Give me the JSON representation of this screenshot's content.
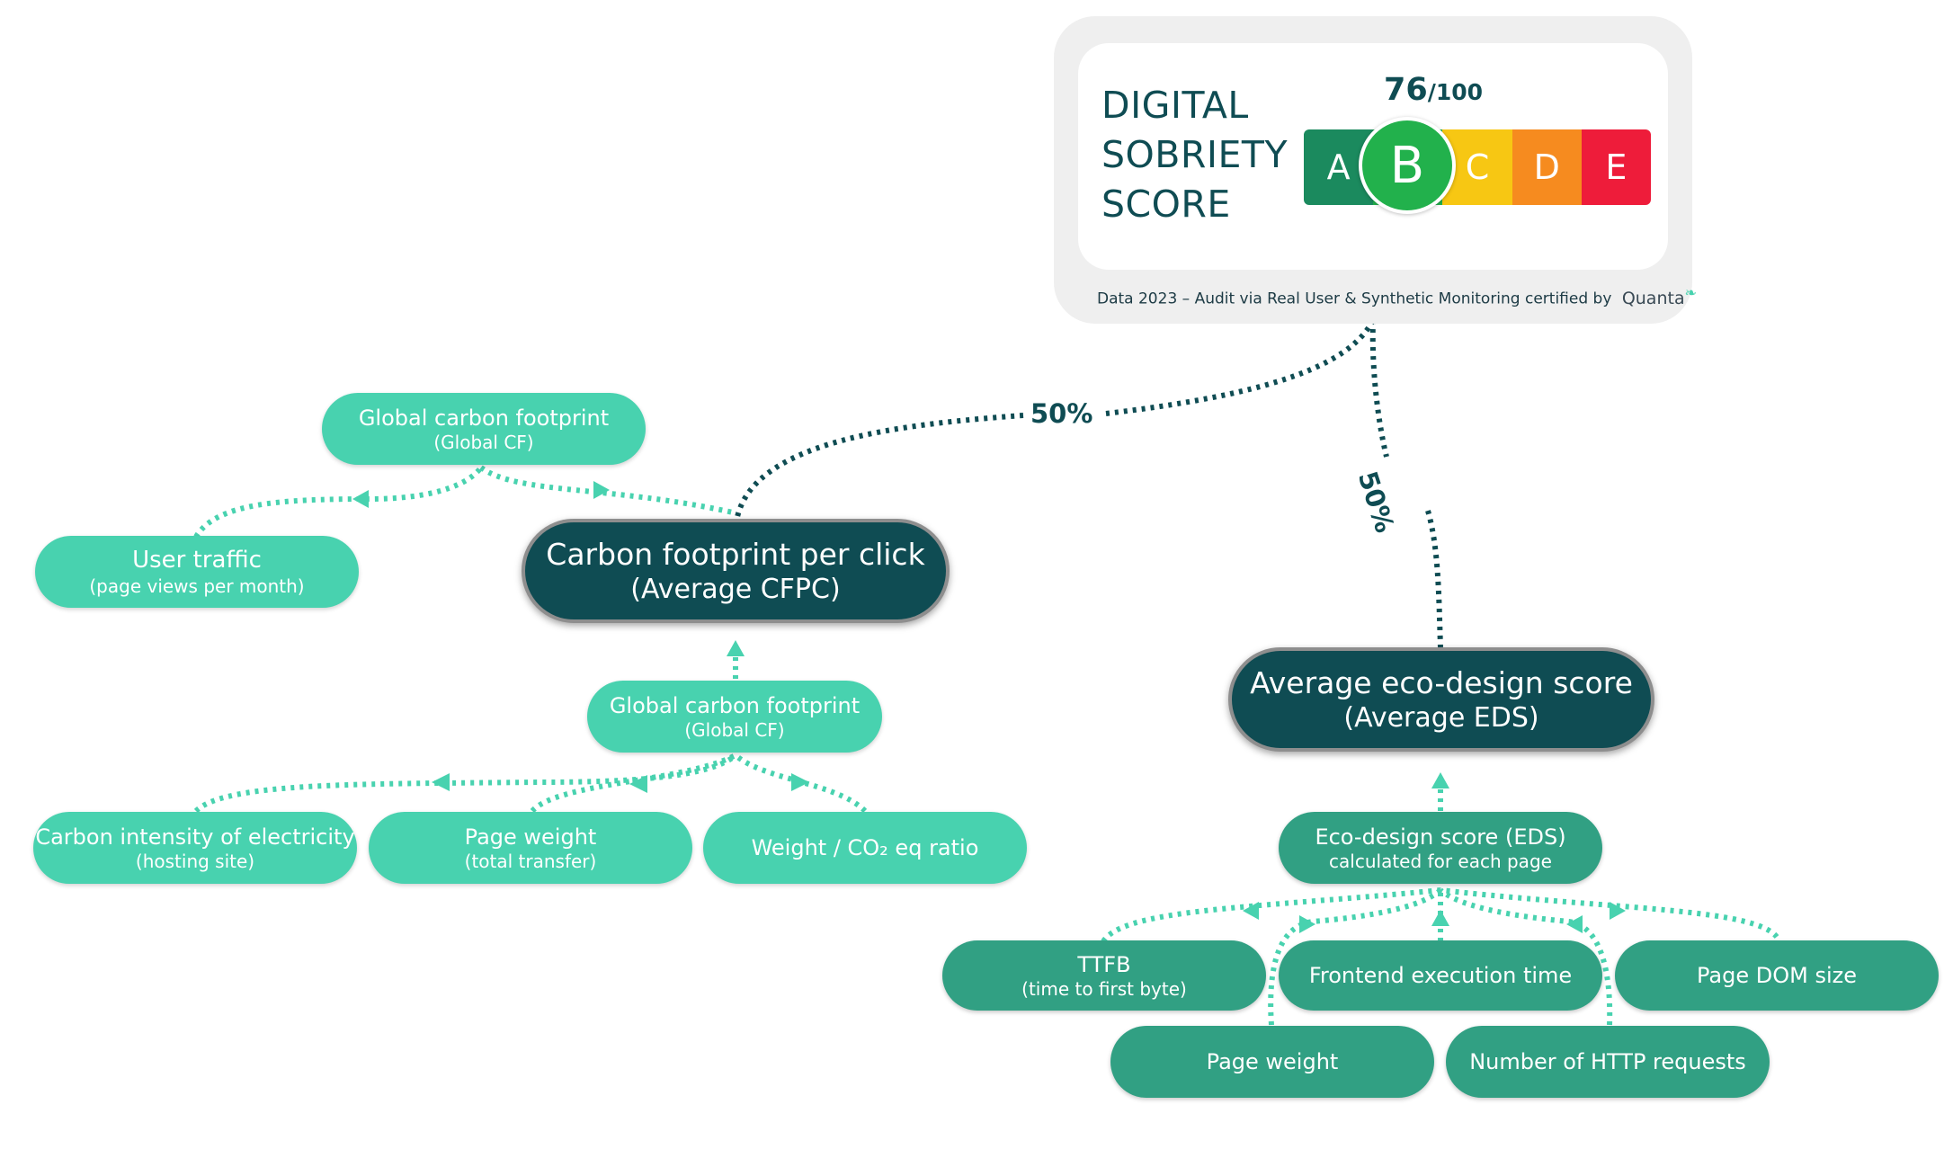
{
  "score_card": {
    "title_lines": [
      "DIGITAL",
      "SOBRIETY",
      "SCORE"
    ],
    "score": "76",
    "score_denominator": "/100",
    "grades": [
      "A",
      "B",
      "C",
      "D",
      "E"
    ],
    "active_grade": "B",
    "footer": "Data 2023 – Audit via Real User & Synthetic Monitoring certified by",
    "brand": "Quanta",
    "colors": {
      "A": "#1b8a5e",
      "B": "#22b14c",
      "C": "#f7c713",
      "D": "#f68b1f",
      "E": "#ee1c3a"
    }
  },
  "weights": {
    "cfpc": "50%",
    "eds": "50%"
  },
  "nodes": {
    "global_cf_top": {
      "main": "Global carbon footprint",
      "sub": "(Global CF)"
    },
    "user_traffic": {
      "main": "User traffic",
      "sub": "(page views per month)"
    },
    "cfpc": {
      "main": "Carbon footprint per click",
      "sub": "(Average CFPC)"
    },
    "global_cf_mid": {
      "main": "Global carbon footprint",
      "sub": "(Global CF)"
    },
    "carbon_intensity": {
      "main": "Carbon intensity of electricity",
      "sub": "(hosting site)"
    },
    "page_weight_transfer": {
      "main": "Page weight",
      "sub": "(total transfer)"
    },
    "weight_co2": {
      "main": "Weight / CO₂ eq ratio"
    },
    "avg_eds": {
      "main": "Average eco-design score",
      "sub": "(Average EDS)"
    },
    "eds": {
      "main": "Eco-design score (EDS)",
      "sub": "calculated for each page"
    },
    "ttfb": {
      "main": "TTFB",
      "sub": "(time to first byte)"
    },
    "frontend": {
      "main": "Frontend execution time"
    },
    "dom_size": {
      "main": "Page DOM size"
    },
    "page_weight": {
      "main": "Page weight"
    },
    "http_requests": {
      "main": "Number of HTTP requests"
    }
  },
  "colors": {
    "light_node": "#48d2af",
    "mid_node": "#31a083",
    "dark_node": "#0f4c53",
    "dark_connector": "#0f4c53"
  }
}
